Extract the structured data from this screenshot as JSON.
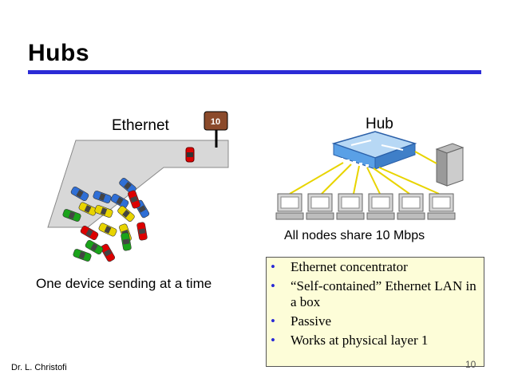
{
  "slide": {
    "title": "Hubs",
    "ethernet_label": "Ethernet",
    "speed_sign": "10",
    "hub_label": "Hub",
    "share_caption": "All nodes share 10 Mbps",
    "left_caption": "One device sending at a time",
    "bullets": [
      "Ethernet concentrator",
      "“Self-contained” Ethernet LAN in a box",
      "Passive",
      "Works at physical layer 1"
    ],
    "footer": "Dr. L. Christofi",
    "page_number": "10"
  },
  "colors": {
    "accent": "#2b2bd6",
    "box_bg": "#fdfdd8",
    "road": "#d8d8d8",
    "sign": "#8b4a2b",
    "hub_blue": "#5aa0e6",
    "cable_yellow": "#e8d400"
  }
}
